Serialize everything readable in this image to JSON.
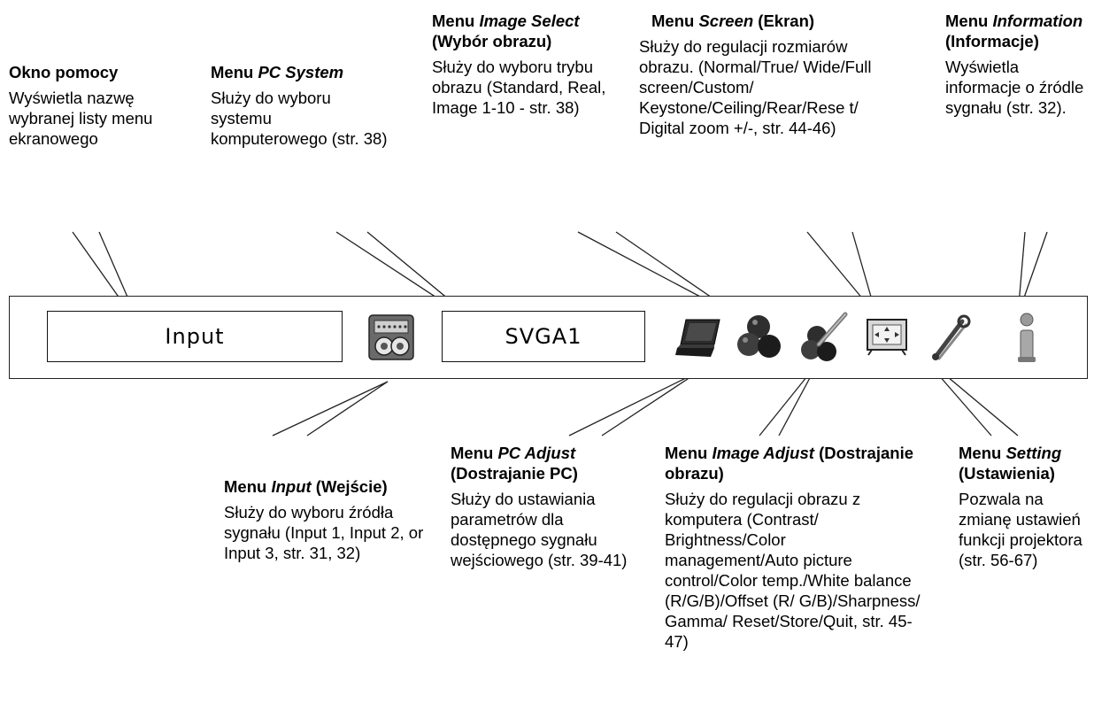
{
  "callouts": {
    "help": {
      "title": "Okno pomocy",
      "desc": "Wyświetla nazwę wybranej listy menu ekranowego"
    },
    "pc_system": {
      "title_prefix": "Menu ",
      "title_italic": "PC System",
      "title_suffix": "",
      "desc": "Służy do wyboru systemu komputerowego (str. 38)"
    },
    "image_select": {
      "title_prefix": "Menu ",
      "title_italic": "Image Select",
      "title_suffix": " (Wybór obrazu)",
      "desc": "Służy do wyboru trybu obrazu (Standard, Real, Image 1-10 - str. 38)"
    },
    "screen": {
      "title_prefix": "Menu ",
      "title_italic": "Screen",
      "title_suffix": " (Ekran)",
      "desc": "Służy do regulacji rozmiarów obrazu. (Normal/True/ Wide/Full screen/Custom/ Keystone/Ceiling/Rear/Rese t/ Digital zoom +/-, str. 44-46)"
    },
    "information": {
      "title_prefix": "Menu ",
      "title_italic": "Information",
      "title_suffix": " (Informacje)",
      "desc": "Wyświetla informacje o źródle sygnału (str. 32)."
    },
    "input": {
      "title_prefix": "Menu ",
      "title_italic": "Input",
      "title_suffix": " (Wejście)",
      "desc": "Służy do wyboru źródła sygnału (Input 1, Input 2, or Input 3, str. 31, 32)"
    },
    "pc_adjust": {
      "title_prefix": "Menu ",
      "title_italic": "PC Adjust",
      "title_suffix": " (Dostrajanie PC)",
      "desc": "Służy do ustawiania parametrów dla dostępnego sygnału wejściowego (str. 39-41)"
    },
    "image_adjust": {
      "title_prefix": "Menu ",
      "title_italic": "Image Adjust",
      "title_suffix": " (Dostrajanie obrazu)",
      "desc": "Służy do regulacji obrazu z komputera (Contrast/ Brightness/Color management/Auto picture control/Color temp./White balance (R/G/B)/Offset (R/ G/B)/Sharpness/ Gamma/ Reset/Store/Quit, str. 45-47)"
    },
    "setting": {
      "title_prefix": "Menu ",
      "title_italic": "Setting",
      "title_suffix": " (Ustawienia)",
      "desc": "Pozwala na zmianę ustawień funkcji projektora (str. 56-67)"
    }
  },
  "menubar": {
    "help_text": "Input",
    "system_text": "SVGA1",
    "icons": [
      "input-icon",
      "pc-adjust-icon",
      "image-select-icon",
      "image-adjust-icon",
      "screen-icon",
      "setting-icon",
      "information-icon"
    ]
  }
}
